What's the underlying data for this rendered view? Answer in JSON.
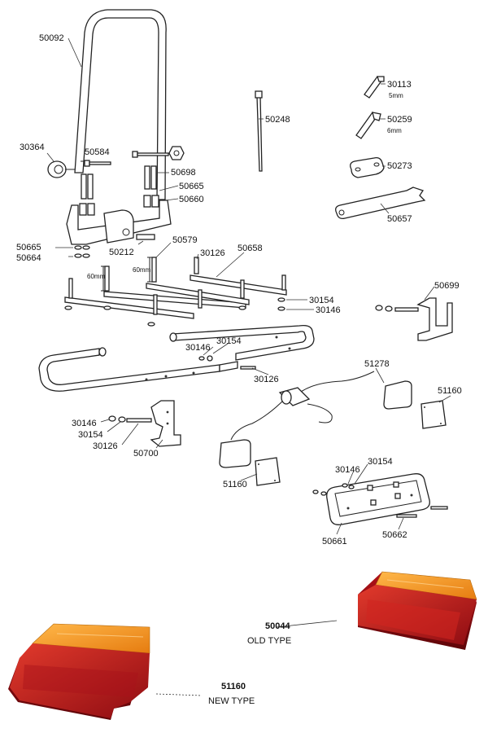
{
  "parts": {
    "p50092": "50092",
    "p30364": "30364",
    "p50584": "50584",
    "p50698": "50698",
    "p50665_a": "50665",
    "p50660": "50660",
    "p50665_b": "50665",
    "p50664": "50664",
    "p50212": "50212",
    "p50579": "50579",
    "p30126_a": "30126",
    "p50658": "50658",
    "p30154_a": "30154",
    "p30146_a": "30146",
    "p50248": "50248",
    "p30113": "30113",
    "p50259": "50259",
    "p50273": "50273",
    "p50657": "50657",
    "p50699": "50699",
    "p30154_b": "30154",
    "p30146_b": "30146",
    "p30126_b": "30126",
    "p51278": "51278",
    "p51160_a": "51160",
    "p30146_c": "30146",
    "p30154_c": "30154",
    "p30126_c": "30126",
    "p50700": "50700",
    "p51160_b": "51160",
    "p30146_d": "30146",
    "p30154_d": "30154",
    "p50661": "50661",
    "p50662": "50662"
  },
  "dimensions": {
    "hex5": "5mm",
    "hex6": "6mm",
    "len60_a": "60mm",
    "len60_b": "60mm"
  },
  "lenses": {
    "old_code": "50044",
    "old_label": "OLD TYPE",
    "new_code": "51160",
    "new_label": "NEW TYPE"
  },
  "colors": {
    "amber": "#f39a1c",
    "red": "#c4141b",
    "dark_red": "#7d0a10"
  }
}
